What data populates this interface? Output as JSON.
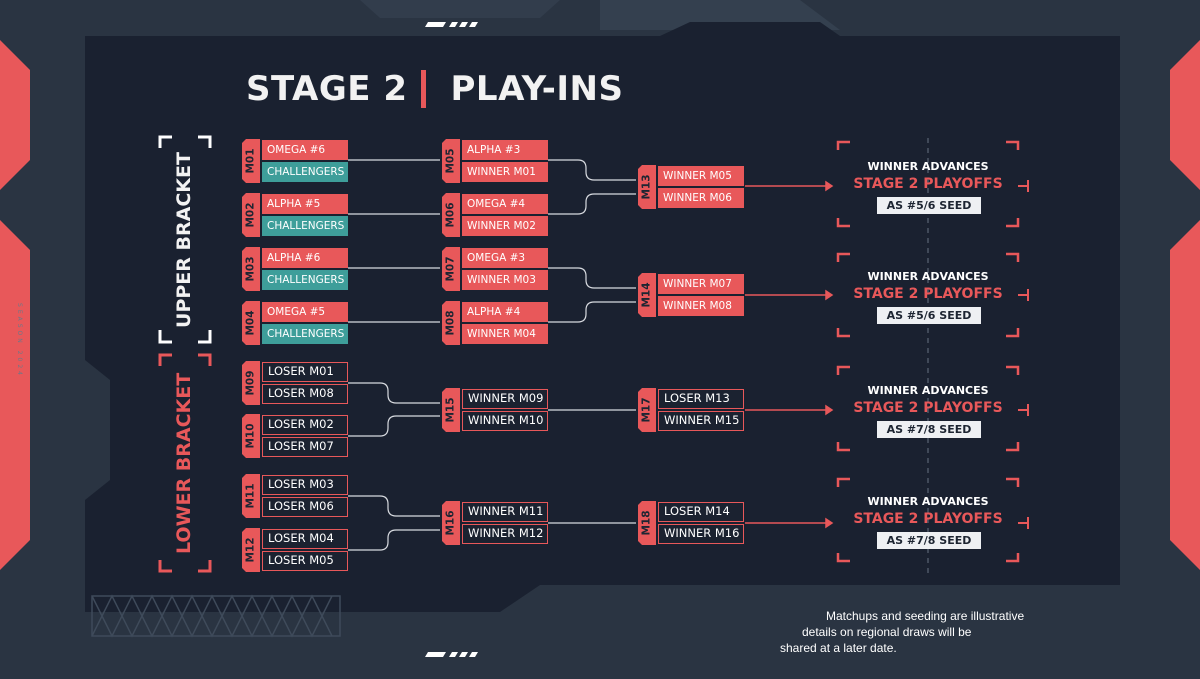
{
  "title": {
    "stage": "STAGE 2",
    "phase": "PLAY-INS"
  },
  "side_text": "SEASON 2024",
  "labels": {
    "upper": "UPPER BRACKET",
    "lower": "LOWER BRACKET"
  },
  "matches": {
    "m01": {
      "id": "M01",
      "team1": "OMEGA #6",
      "team2": "CHALLENGERS"
    },
    "m02": {
      "id": "M02",
      "team1": "ALPHA #5",
      "team2": "CHALLENGERS"
    },
    "m03": {
      "id": "M03",
      "team1": "ALPHA #6",
      "team2": "CHALLENGERS"
    },
    "m04": {
      "id": "M04",
      "team1": "OMEGA #5",
      "team2": "CHALLENGERS"
    },
    "m05": {
      "id": "M05",
      "team1": "ALPHA #3",
      "team2": "WINNER M01"
    },
    "m06": {
      "id": "M06",
      "team1": "OMEGA #4",
      "team2": "WINNER M02"
    },
    "m07": {
      "id": "M07",
      "team1": "OMEGA #3",
      "team2": "WINNER M03"
    },
    "m08": {
      "id": "M08",
      "team1": "ALPHA #4",
      "team2": "WINNER M04"
    },
    "m13": {
      "id": "M13",
      "team1": "WINNER M05",
      "team2": "WINNER M06"
    },
    "m14": {
      "id": "M14",
      "team1": "WINNER M07",
      "team2": "WINNER M08"
    },
    "m09": {
      "id": "M09",
      "team1": "LOSER M01",
      "team2": "LOSER M08"
    },
    "m10": {
      "id": "M10",
      "team1": "LOSER M02",
      "team2": "LOSER M07"
    },
    "m11": {
      "id": "M11",
      "team1": "LOSER M03",
      "team2": "LOSER M06"
    },
    "m12": {
      "id": "M12",
      "team1": "LOSER M04",
      "team2": "LOSER M05"
    },
    "m15": {
      "id": "M15",
      "team1": "WINNER M09",
      "team2": "WINNER M10"
    },
    "m16": {
      "id": "M16",
      "team1": "WINNER M11",
      "team2": "WINNER M12"
    },
    "m17": {
      "id": "M17",
      "team1": "LOSER M13",
      "team2": "WINNER M15"
    },
    "m18": {
      "id": "M18",
      "team1": "LOSER M14",
      "team2": "WINNER M16"
    }
  },
  "advance": [
    {
      "line1": "WINNER ADVANCES",
      "line2": "STAGE 2 PLAYOFFS",
      "seed": "AS #5/6 SEED"
    },
    {
      "line1": "WINNER ADVANCES",
      "line2": "STAGE 2 PLAYOFFS",
      "seed": "AS #5/6 SEED"
    },
    {
      "line1": "WINNER ADVANCES",
      "line2": "STAGE 2 PLAYOFFS",
      "seed": "AS #7/8 SEED"
    },
    {
      "line1": "WINNER ADVANCES",
      "line2": "STAGE 2 PLAYOFFS",
      "seed": "AS #7/8 SEED"
    }
  ],
  "footnote": {
    "line1": "Matchups and seeding are illustrative",
    "line2": "details on regional draws will be",
    "line3": "shared at a later date."
  },
  "colors": {
    "accent": "#e8585a",
    "teal": "#3e9e9a",
    "panel": "#1b2230",
    "frame": "#2a3442",
    "text": "#ffffff"
  }
}
